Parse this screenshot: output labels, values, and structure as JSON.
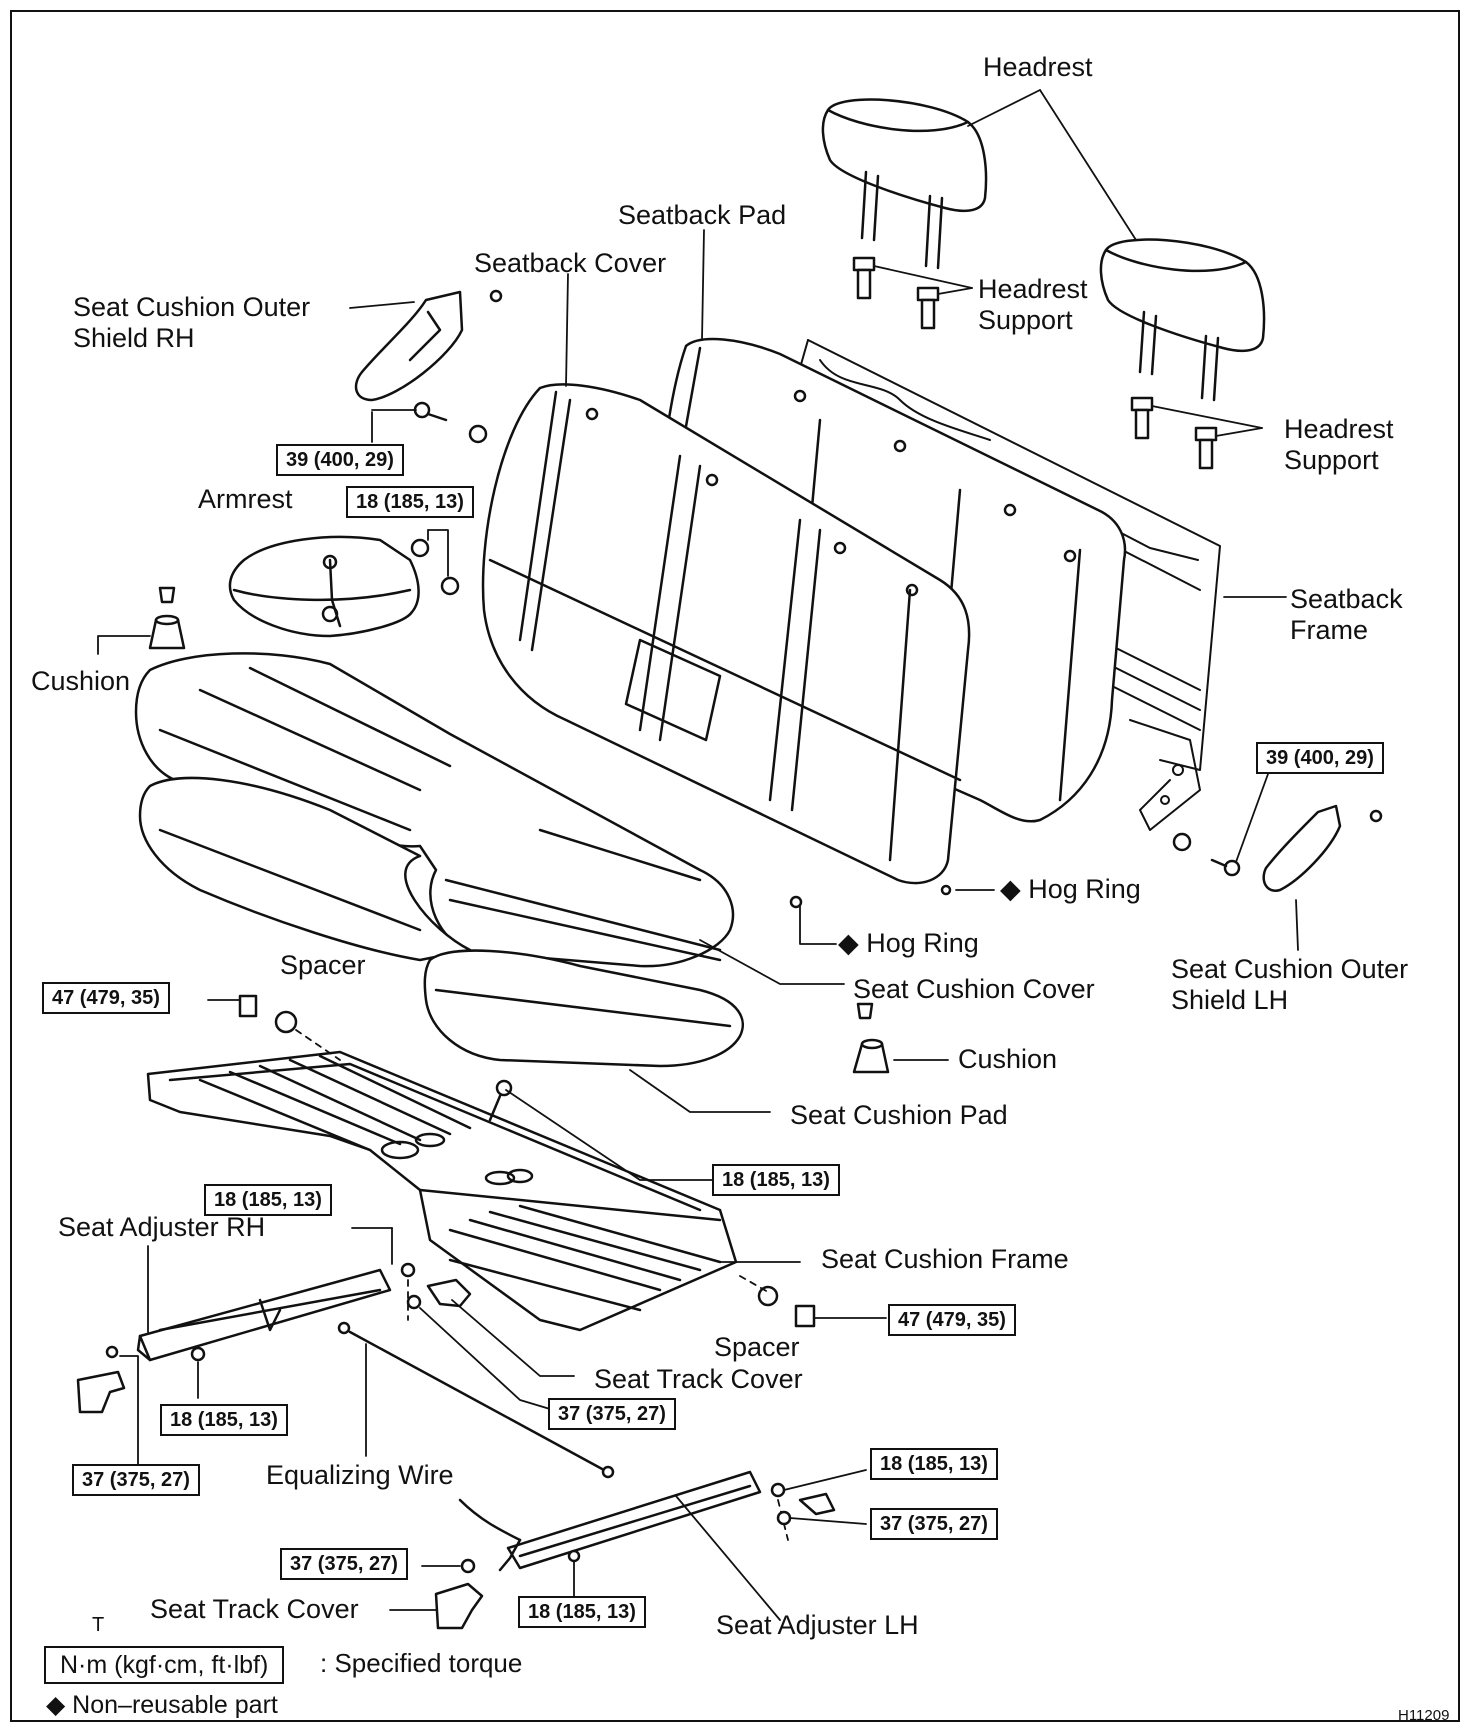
{
  "labels": {
    "headrest": "Headrest",
    "seatback_pad": "Seatback Pad",
    "seatback_cover": "Seatback Cover",
    "seat_cushion_outer_shield_rh": "Seat Cushion Outer\nShield RH",
    "headrest_support_1": "Headrest\nSupport",
    "headrest_support_2": "Headrest\nSupport",
    "armrest": "Armrest",
    "seatback_frame": "Seatback\nFrame",
    "cushion_1": "Cushion",
    "hog_ring_1": "◆ Hog Ring",
    "hog_ring_2": "◆ Hog Ring",
    "spacer_1": "Spacer",
    "seat_cushion_cover": "Seat Cushion Cover",
    "seat_cushion_outer_shield_lh": "Seat Cushion Outer\nShield LH",
    "cushion_2": "Cushion",
    "seat_cushion_pad": "Seat Cushion Pad",
    "seat_adjuster_rh": "Seat Adjuster RH",
    "seat_cushion_frame": "Seat Cushion Frame",
    "spacer_2": "Spacer",
    "seat_track_cover_1": "Seat Track Cover",
    "equalizing_wire": "Equalizing Wire",
    "seat_track_cover_2": "Seat Track Cover",
    "seat_adjuster_lh": "Seat Adjuster LH"
  },
  "torques": {
    "t1": "39 (400, 29)",
    "t2": "18 (185, 13)",
    "t3": "39 (400, 29)",
    "t4": "47 (479, 35)",
    "t5": "18 (185, 13)",
    "t6": "18 (185, 13)",
    "t7": "47 (479, 35)",
    "t8": "18 (185, 13)",
    "t9": "37 (375, 27)",
    "t10": "37 (375, 27)",
    "t11": "18 (185, 13)",
    "t12": "37 (375, 27)",
    "t13": "37 (375, 27)",
    "t14": "18 (185, 13)"
  },
  "legend": {
    "torque_symbol": "T",
    "torque_unit": "N·m (kgf·cm, ft·lbf)",
    "torque_desc": ": Specified torque",
    "nonreusable": "◆ Non–reusable part"
  },
  "figure_code": "H11209"
}
